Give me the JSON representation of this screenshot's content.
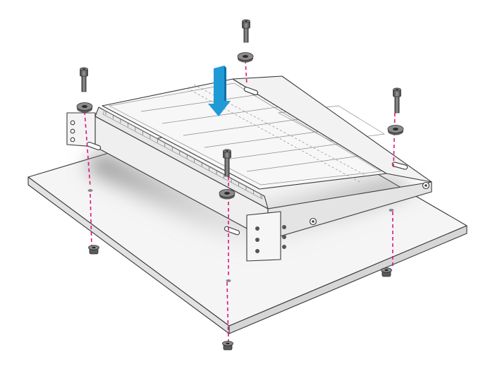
{
  "diagram": {
    "colors": {
      "guide_line": "#e0157a",
      "arrow": "#1e9bd7",
      "arrow_dark": "#0f6fa8",
      "panel": "#f4f4f4",
      "outline": "#3a3a3a",
      "hardware": "#5a5a5a"
    },
    "parts": {
      "mounting_panel": "mounting-panel",
      "tray": "rack-tray",
      "screws": 4,
      "washers": 4,
      "cage_nuts": 4,
      "insert_arrow": "down-arrow"
    }
  }
}
